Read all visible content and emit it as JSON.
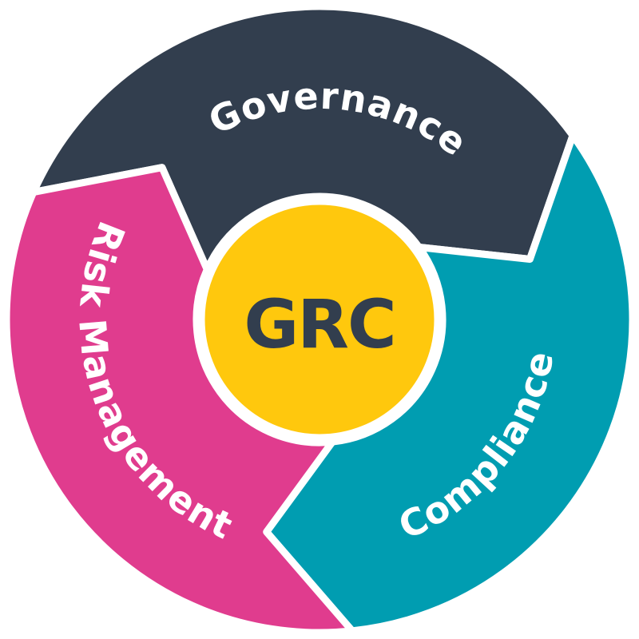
{
  "page": {
    "background": "#FFFFFF"
  },
  "diagram": {
    "type": "cycle",
    "direction": "clockwise",
    "separator_color": "#FFFFFF",
    "center": {
      "label": "GRC",
      "color": "#FFC80D",
      "label_color": "#323E4E",
      "ring_color": "#FFFFFF"
    },
    "segments": [
      {
        "id": "governance",
        "label": "Governance",
        "position": "top",
        "color": "#323E4E",
        "label_color": "#FFFFFF"
      },
      {
        "id": "compliance",
        "label": "Compliance",
        "position": "right",
        "color": "#009DB1",
        "label_color": "#FFFFFF"
      },
      {
        "id": "risk-management",
        "label": "Risk Management",
        "position": "left",
        "color": "#E03C8E",
        "label_color": "#FFFFFF"
      }
    ]
  }
}
